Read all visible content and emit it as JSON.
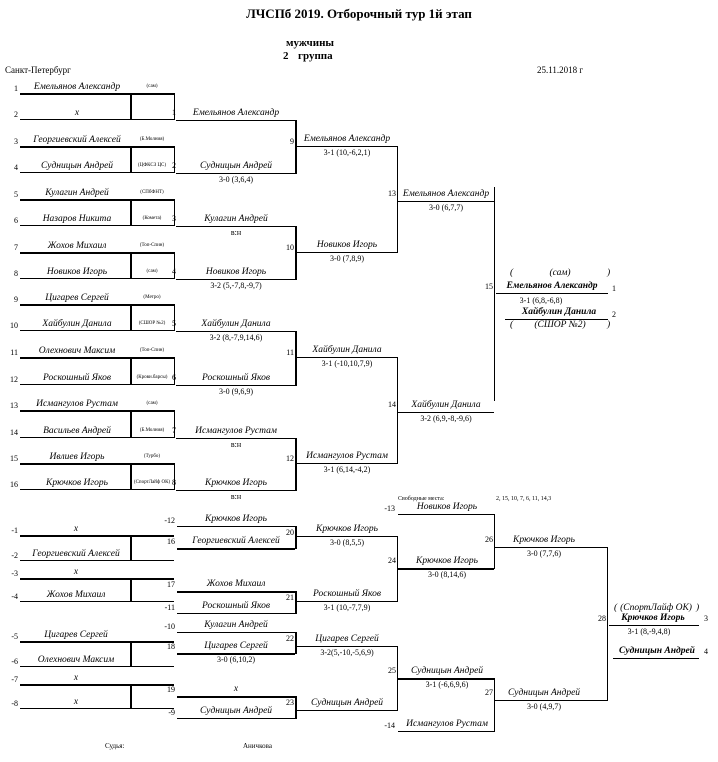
{
  "header": {
    "title": "ЛЧСПб 2019. Отборочный тур 1й этап",
    "category": "мужчины",
    "group_num": "2",
    "group_label": "группа",
    "city": "Санкт-Петербург",
    "date": "25.11.2018 г"
  },
  "round1": [
    {
      "seed": "1",
      "name": "Емельянов Александр",
      "club": "(сам)"
    },
    {
      "seed": "2",
      "name": "х",
      "club": ""
    },
    {
      "seed": "3",
      "name": "Георгиевский Алексей",
      "club": "(Б.Молния)"
    },
    {
      "seed": "4",
      "name": "Судницын Андрей",
      "club": "(ЦФКСЗ ЦС)"
    },
    {
      "seed": "5",
      "name": "Кулагин Андрей",
      "club": "(СПбФНТ)"
    },
    {
      "seed": "6",
      "name": "Назаров Никита",
      "club": "(Комета)"
    },
    {
      "seed": "7",
      "name": "Жохов Михаил",
      "club": "(Топ-Спин)"
    },
    {
      "seed": "8",
      "name": "Новиков Игорь",
      "club": "(сам)"
    },
    {
      "seed": "9",
      "name": "Цигарев Сергей",
      "club": "(Метро)"
    },
    {
      "seed": "10",
      "name": "Хайбулин Данила",
      "club": "(СШОР №2)"
    },
    {
      "seed": "11",
      "name": "Олехнович Максим",
      "club": "(Топ-Спин)"
    },
    {
      "seed": "12",
      "name": "Роскошный Яков",
      "club": "(Крови.барсы)"
    },
    {
      "seed": "13",
      "name": "Исмангулов Рустам",
      "club": "(сам)"
    },
    {
      "seed": "14",
      "name": "Васильев Андрей",
      "club": "(Б.Молния)"
    },
    {
      "seed": "15",
      "name": "Ивлиев Игорь",
      "club": "(Турбо)"
    },
    {
      "seed": "16",
      "name": "Крючков Игорь",
      "club": "(СпортЛайф ОК)"
    }
  ],
  "matches_r1": [
    {
      "num": "1",
      "winner": "Емельянов Александр",
      "score": ""
    },
    {
      "num": "2",
      "winner": "Судницын Андрей",
      "score": "3-0 (3,6,4)"
    },
    {
      "num": "3",
      "winner": "Кулагин Андрей",
      "score": "в:н"
    },
    {
      "num": "4",
      "winner": "Новиков Игорь",
      "score": "3-2 (5,-7,8,-9,7)"
    },
    {
      "num": "5",
      "winner": "Хайбулин Данила",
      "score": "3-2 (8,-7,9,14,6)"
    },
    {
      "num": "6",
      "winner": "Роскошный Яков",
      "score": "3-0 (9,6,9)"
    },
    {
      "num": "7",
      "winner": "Исмангулов Рустам",
      "score": "в:н"
    },
    {
      "num": "8",
      "winner": "Крючков Игорь",
      "score": "в:н"
    }
  ],
  "matches_r2": [
    {
      "num": "9",
      "winner": "Емельянов Александр",
      "score": "3-1 (10,-6,2,1)"
    },
    {
      "num": "10",
      "winner": "Новиков Игорь",
      "score": "3-0 (7,8,9)"
    },
    {
      "num": "11",
      "winner": "Хайбулин Данила",
      "score": "3-1 (-10,10,7,9)"
    },
    {
      "num": "12",
      "winner": "Исмангулов Рустам",
      "score": "3-1 (6,14,-4,2)"
    }
  ],
  "matches_r3": [
    {
      "num": "13",
      "winner": "Емельянов Александр",
      "score": "3-0 (6,7,7)"
    },
    {
      "num": "14",
      "winner": "Хайбулин Данила",
      "score": "3-2 (6,9,-8,-9,6)"
    }
  ],
  "final": {
    "num": "15",
    "first_club_open": "(",
    "first_club": "(сам)",
    "first_club_close": ")",
    "first": "Емельянов Александр",
    "first_place": "1",
    "score": "3-1 (6,8,-6,8)",
    "second": "Хайбулин Данила",
    "second_place": "2",
    "second_club_open": "(",
    "second_club": "(СШОР №2)",
    "second_club_close": ")"
  },
  "free_places": {
    "label": "Свободные места:",
    "value": "2, 15, 10, 7, 6, 11, 14,3"
  },
  "losers_r1": [
    {
      "seed": "-1",
      "name": "х"
    },
    {
      "seed": "-2",
      "name": "Георгиевский Алексей"
    },
    {
      "seed": "-3",
      "name": "х"
    },
    {
      "seed": "-4",
      "name": "Жохов Михаил"
    },
    {
      "seed": "-5",
      "name": "Цигарев Сергей"
    },
    {
      "seed": "-6",
      "name": "Олехнович Максим"
    },
    {
      "seed": "-7",
      "name": "х"
    },
    {
      "seed": "-8",
      "name": "х"
    }
  ],
  "losers_m": [
    {
      "num": "16",
      "winner": "Георгиевский Алексей",
      "score": ""
    },
    {
      "num": "17",
      "winner": "Жохов Михаил",
      "score": ""
    },
    {
      "num": "18",
      "winner": "Цигарев Сергей",
      "score": "3-0 (6,10,2)"
    },
    {
      "num": "19",
      "winner": "х",
      "score": ""
    }
  ],
  "losers_drop": [
    {
      "seed": "-12",
      "name": "Крючков Игорь"
    },
    {
      "seed": "-11",
      "name": "Роскошный Яков"
    },
    {
      "seed": "-10",
      "name": "Кулагин Андрей"
    },
    {
      "seed": "-9",
      "name": "Судницын Андрей"
    }
  ],
  "losers_m2": [
    {
      "num": "20",
      "winner": "Крючков Игорь",
      "score": "3-0 (8,5,5)"
    },
    {
      "num": "21",
      "winner": "Роскошный Яков",
      "score": "3-1 (10,-7,7,9)"
    },
    {
      "num": "22",
      "winner": "Цигарев Сергей",
      "score": "3-2(5,-10,-5,6,9)"
    },
    {
      "num": "23",
      "winner": "Судницын Андрей",
      "score": ""
    }
  ],
  "losers_m3": [
    {
      "num": "24",
      "winner": "Крючков Игорь",
      "score": "3-0 (8,14,6)"
    },
    {
      "num": "25",
      "winner": "Судницын Андрей",
      "score": "3-1 (-6,6,9,6)"
    }
  ],
  "losers_drop2": [
    {
      "seed": "-13",
      "name": "Новиков Игорь"
    },
    {
      "seed": "-14",
      "name": "Исмангулов Рустам"
    }
  ],
  "losers_m4": [
    {
      "num": "26",
      "winner": "Крючков Игорь",
      "score": "3-0 (7,7,6)"
    },
    {
      "num": "27",
      "winner": "Судницын Андрей",
      "score": "3-0 (4,9,7)"
    }
  ],
  "third_place": {
    "num": "28",
    "club_open": "(",
    "club": "(СпортЛайф ОК)",
    "club_close": ")",
    "third": "Крючков Игорь",
    "third_place": "3",
    "score": "3-1 (8,-9,4,8)",
    "fourth": "Судницын Андрей",
    "fourth_place": "4"
  },
  "footer": {
    "judge_label": "Судья:",
    "judge_name": "Аничкова"
  }
}
